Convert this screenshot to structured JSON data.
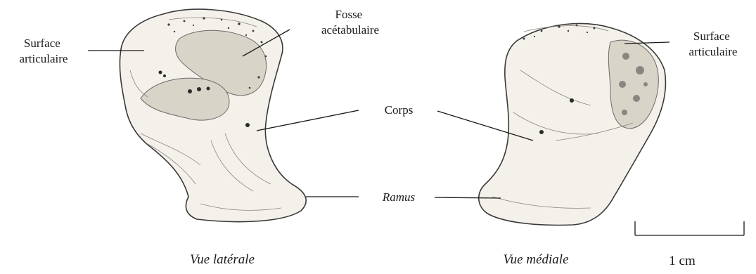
{
  "labels": {
    "surface_left": [
      "Surface",
      "articulaire"
    ],
    "fosse": [
      "Fosse",
      "acétabulaire"
    ],
    "surface_right": [
      "Surface",
      "articulaire"
    ],
    "corps": "Corps",
    "ramus": "Ramus"
  },
  "captions": {
    "left": "Vue latérale",
    "right": "Vue médiale"
  },
  "scale_bar": {
    "label": "1 cm"
  }
}
